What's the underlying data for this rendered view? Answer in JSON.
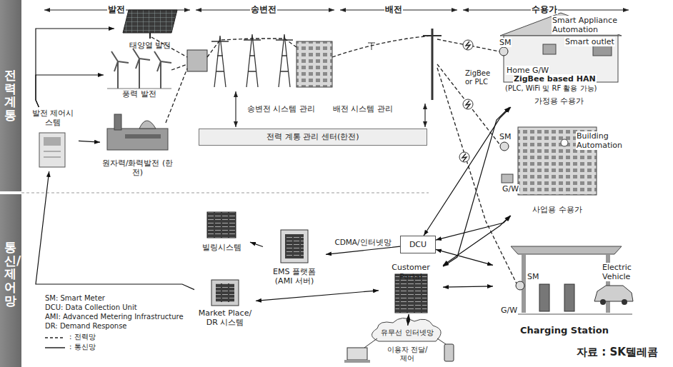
{
  "diagram": {
    "nodes": [
      {
        "text": [
          "태양열 발전"
        ]
      },
      {
        "text": [
          "풍력 발전"
        ]
      },
      {
        "text": [
          "원자력/화력발전 (한전)"
        ]
      },
      {
        "text": [
          "발전 제어시스템"
        ]
      },
      {
        "text": [
          "전력 계통 관리 센터(한전)"
        ]
      },
      {
        "text": [
          "가정용 수용가"
        ]
      },
      {
        "text": [
          "사업용 수용가"
        ]
      },
      {
        "text": [
          "Charging Station"
        ]
      },
      {
        "text": [
          "DCU"
        ]
      },
      {
        "text": [
          "EMS 플랫폼 (AMI 서버)"
        ]
      },
      {
        "text": [
          "빌링시스템"
        ]
      },
      {
        "text": [
          "Market Place/ DR 시스템"
        ]
      },
      {
        "text": [
          "Customer Portal"
        ]
      },
      {
        "text": [
          "유무선 인터넷망"
        ]
      },
      {
        "text": [
          "이용자 전달/제어"
        ]
      }
    ],
    "edges": [
      {
        "from": 3,
        "to": 0,
        "arrow": "to"
      },
      {
        "from": 3,
        "to": 1,
        "arrow": "to"
      },
      {
        "from": 3,
        "to": 2,
        "arrow": "to"
      },
      {
        "from": 11,
        "to": 3,
        "arrow": "to"
      },
      {
        "from": 8,
        "to": 9,
        "label": "CDMA/인터넷망",
        "arrow": "to"
      },
      {
        "from": 9,
        "to": 10,
        "arrow": "to"
      },
      {
        "from": 12,
        "to": 11,
        "arrow": "both"
      },
      {
        "from": 12,
        "to": 13,
        "arrow": "both"
      },
      {
        "from": 8,
        "to": 5,
        "arrow": "both"
      },
      {
        "from": 8,
        "to": 6,
        "arrow": "both"
      },
      {
        "from": 8,
        "to": 7,
        "arrow": "both"
      },
      {
        "from": 12,
        "to": 5,
        "arrow": "both"
      },
      {
        "from": 12,
        "to": 6,
        "arrow": "both"
      },
      {
        "from": 12,
        "to": 7,
        "arrow": "both"
      }
    ],
    "labels": [
      "발전",
      "송변전",
      "배전",
      "수용가",
      "전력계통",
      "통신/제어망",
      "송변전 시스템 관리",
      "배전 시스템 관리",
      "SM",
      "Smart Appliance Automation",
      "Smart outlet",
      "Home G/W",
      "ZigBee or PLC",
      "ZigBee based HAN",
      "(PLC, WiFi 및 RF 활용 가능)",
      "SM",
      "Building Automation",
      "G/W",
      "SM",
      "G/W",
      "Electric Vehicle",
      "SM: Smart Meter",
      "DCU: Data Collection Unit",
      "AMI: Advanced Metering Infrastructure",
      "DR: Demand Response",
      "자료 : SK텔레콤"
    ],
    "legend": [
      {
        "text": ": 전력망"
      },
      {
        "text": ": 통신망"
      }
    ]
  }
}
